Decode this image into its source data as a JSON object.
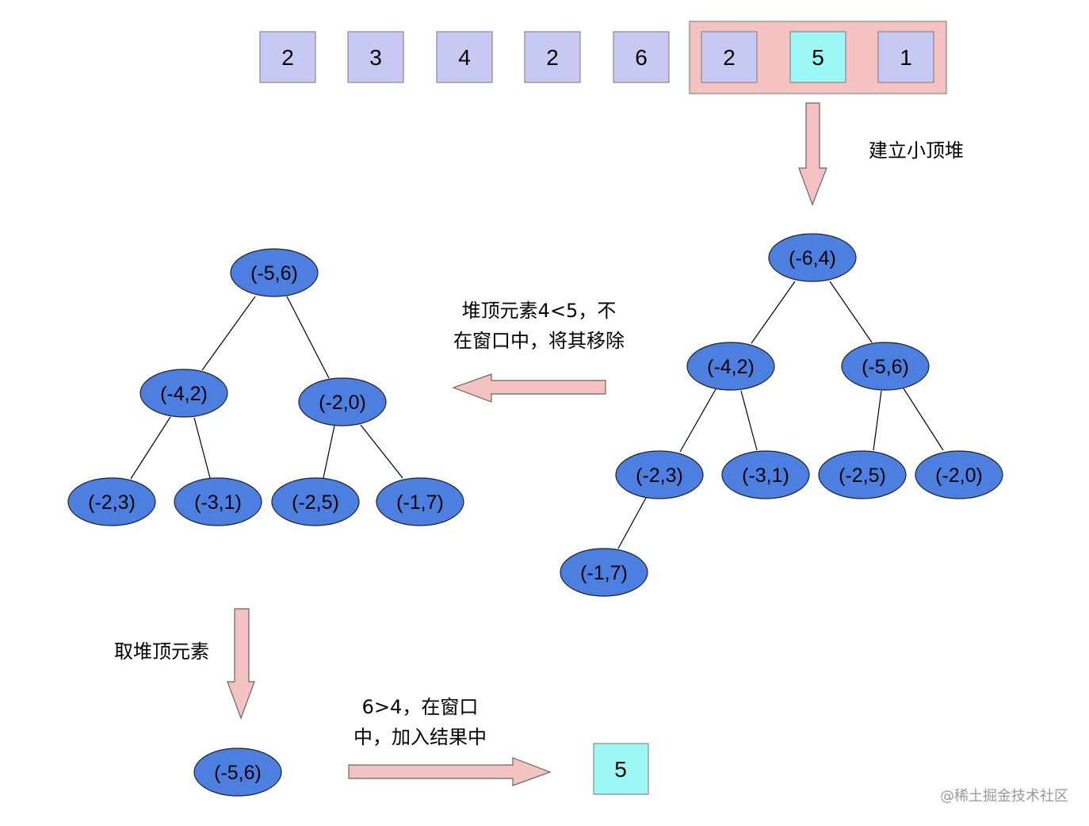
{
  "array": [
    "2",
    "3",
    "4",
    "2",
    "6",
    "2",
    "5",
    "1"
  ],
  "result": [
    "5"
  ],
  "heap_initial": [
    "(-6,4)",
    "(-4,2)",
    "(-5,6)",
    "(-2,3)",
    "(-3,1)",
    "(-2,5)",
    "(-2,0)",
    "(-1,7)"
  ],
  "heap_after": [
    "(-5,6)",
    "(-4,2)",
    "(-2,0)",
    "(-2,3)",
    "(-3,1)",
    "(-2,5)",
    "(-1,7)"
  ],
  "heap_top": "(-5,6)",
  "captions": {
    "build": "建立小顶堆",
    "remove_line1": "堆顶元素4<5，不",
    "remove_line2": "在窗口中，将其移除",
    "take_top": "取堆顶元素",
    "add_line1": "6>4，在窗口",
    "add_line2": "中，加入结果中"
  },
  "watermark": "@稀土掘金技术社区",
  "colors": {
    "cell_fill": "#c8c8f5",
    "cell_highlight": "#9cf8f6",
    "window_fill": "#f5c2c2",
    "node_fill": "#4d7fe0",
    "arrow_fill": "#f5c2c2"
  }
}
